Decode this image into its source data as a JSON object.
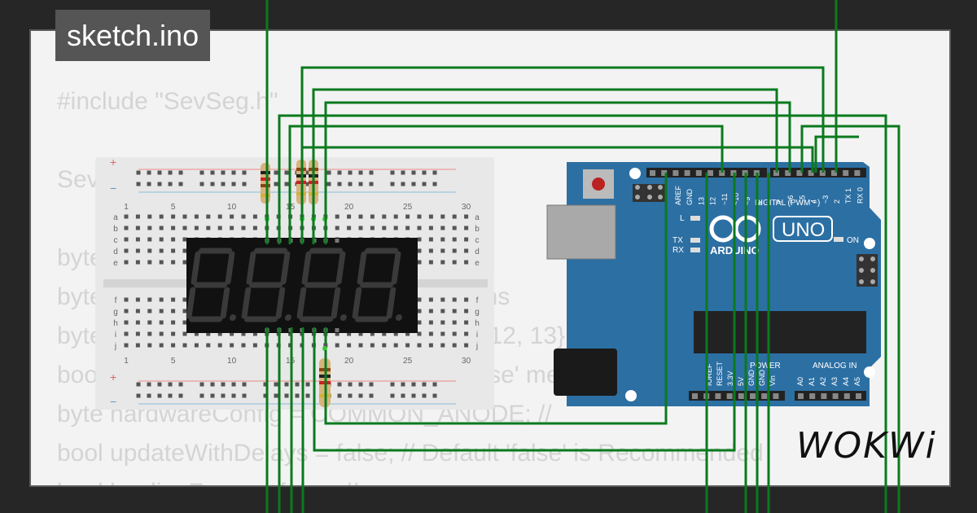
{
  "window": {
    "title": "sketch.ino"
  },
  "code_lines": [
    "#include \"SevSeg.h\"",
    "",
    "SevSeg sevseg;",
    "",
    "byte numDigits = 4;",
    "byte digitPins[] = {2, 3, 4, 5}; // Anode pins",
    "byte segmentPins[] = {6, 7, 8, 9, 10, 11, 12, 13};",
    "bool resistorsOnSegments = false; // 'false' means",
    "byte hardwareConfig = COMMON_ANODE; //",
    "bool updateWithDelays = false; // Default 'false' is Recommended",
    "bool leadingZeros = false; //"
  ],
  "breadboard": {
    "column_numbers": [
      "1",
      "5",
      "10",
      "15",
      "20",
      "25",
      "30"
    ],
    "top_rows": [
      "a",
      "b",
      "c",
      "d",
      "e"
    ],
    "bottom_rows": [
      "f",
      "g",
      "h",
      "i",
      "j"
    ],
    "rail_plus": "+",
    "rail_minus": "−"
  },
  "display": {
    "digits": 4,
    "segment_color": "#3a3a3a"
  },
  "arduino": {
    "board_name": "UNO",
    "brand": "ARDUINO",
    "digital_header_label": "DIGITAL (PWM ~)",
    "power_label": "POWER",
    "analog_label": "ANALOG IN",
    "on_label": "ON",
    "led_labels": [
      "L",
      "TX",
      "RX"
    ],
    "left_header_pins": [
      "AREF",
      "GND",
      "13",
      "12",
      "~11",
      "~10",
      "~9",
      "8"
    ],
    "right_header_pins": [
      "7",
      "~6",
      "~5",
      "4",
      "~3",
      "2",
      "TX 1",
      "RX 0"
    ],
    "power_pins": [
      "IOREF",
      "RESET",
      "3.3V",
      "5V",
      "GND",
      "GND",
      "Vin"
    ],
    "analog_pins": [
      "A0",
      "A1",
      "A2",
      "A3",
      "A4",
      "A5"
    ]
  },
  "brand_logo": {
    "text": "WOKWi"
  },
  "colors": {
    "wire": "#0a7a1e",
    "board": "#2c6fa3",
    "background": "#262626"
  }
}
